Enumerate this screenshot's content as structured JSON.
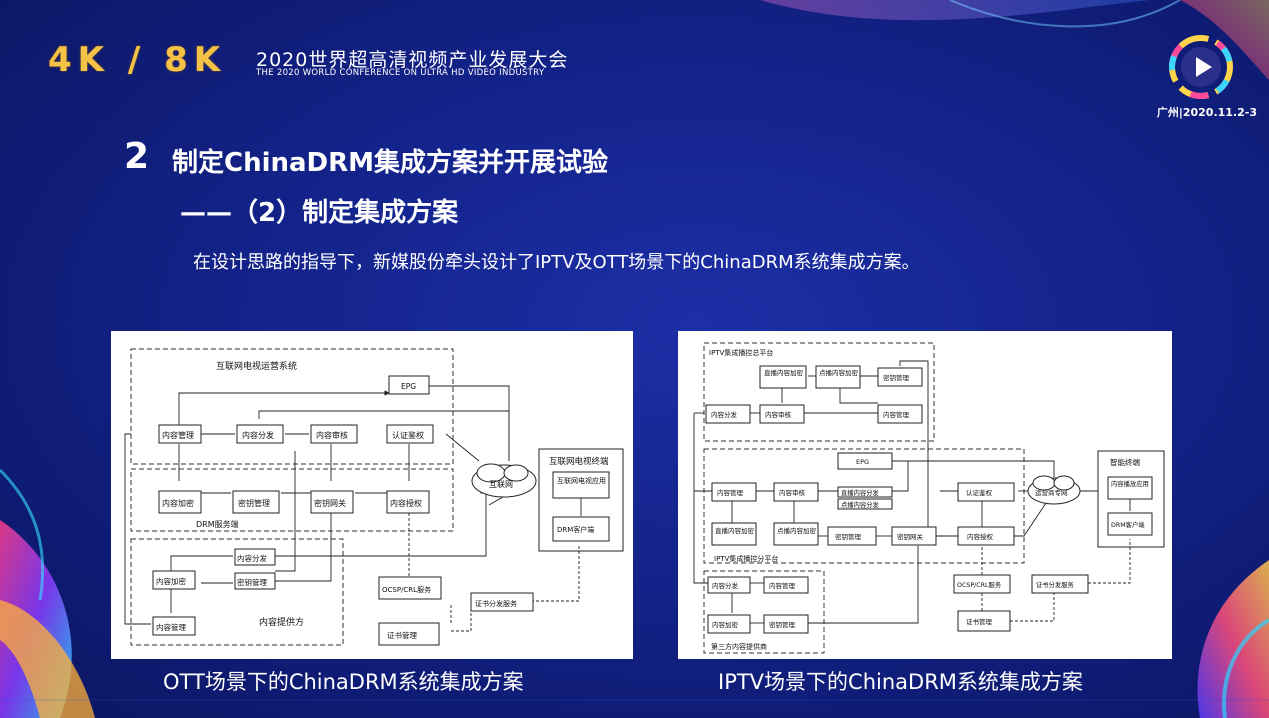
{
  "header": {
    "brand_mark": "4K / 8K",
    "brand_cn": "2020世界超高清视频产业发展大会",
    "brand_en": "THE 2020 WORLD CONFERENCE ON ULTRA HD VIDEO INDUSTRY",
    "place_date": "广州|2020.11.2-3"
  },
  "slide": {
    "number": "2",
    "title": "制定ChinaDRM集成方案并开展试验",
    "subtitle": "——（2）制定集成方案",
    "description": "在设计思路的指导下，新媒股份牵头设计了IPTV及OTT场景下的ChinaDRM系统集成方案。"
  },
  "captions": {
    "ott": "OTT场景下的ChinaDRM系统集成方案",
    "iptv": "IPTV场景下的ChinaDRM系统集成方案"
  },
  "ott": {
    "operator_system": "互联网电视运营系统",
    "drm_server": "DRM服务端",
    "provider": "内容提供方",
    "terminal": "互联网电视终端",
    "internet": "互联网",
    "epg": "EPG",
    "content_mgmt": "内容管理",
    "content_dist": "内容分发",
    "content_review": "内容审核",
    "auth": "认证鉴权",
    "content_encrypt": "内容加密",
    "key_mgmt": "密钥管理",
    "key_gateway": "密钥网关",
    "content_license": "内容授权",
    "tv_app": "互联网电视应用",
    "drm_client": "DRM客户端",
    "p_content_dist": "内容分发",
    "p_content_encrypt": "内容加密",
    "p_key_mgmt": "密钥管理",
    "p_content_mgmt": "内容管理",
    "ocsp": "OCSP/CRL服务",
    "cert_dist": "证书分发服务",
    "cert_mgmt": "证书管理"
  },
  "iptv": {
    "master_platform": "IPTV集成播控总平台",
    "branch_platform": "IPTV集成播控分平台",
    "third_party": "第三方内容提供商",
    "smart_terminal": "智能终端",
    "operator_net": "运营商专网",
    "m_live_encrypt": "直播内容加密",
    "m_vod_encrypt": "点播内容加密",
    "m_key_mgmt": "密钥管理",
    "m_content_dist": "内容分发",
    "m_content_review": "内容审核",
    "m_content_mgmt": "内容管理",
    "epg": "EPG",
    "b_content_mgmt": "内容管理",
    "b_content_review": "内容审核",
    "live_dist": "直播内容分发",
    "vod_dist": "点播内容分发",
    "auth": "认证鉴权",
    "b_live_encrypt": "直播内容加密",
    "b_vod_encrypt": "点播内容加密",
    "b_key_mgmt": "密钥管理",
    "key_gateway": "密钥网关",
    "content_license": "内容授权",
    "player_app": "内容播放应用",
    "drm_client": "DRM客户端",
    "t_content_dist": "内容分发",
    "t_content_mgmt": "内容管理",
    "t_content_encrypt": "内容加密",
    "t_key_mgmt": "密钥管理",
    "ocsp": "OCSP/CRL服务",
    "cert_dist": "证书分发服务",
    "cert_mgmt": "证书管理"
  }
}
